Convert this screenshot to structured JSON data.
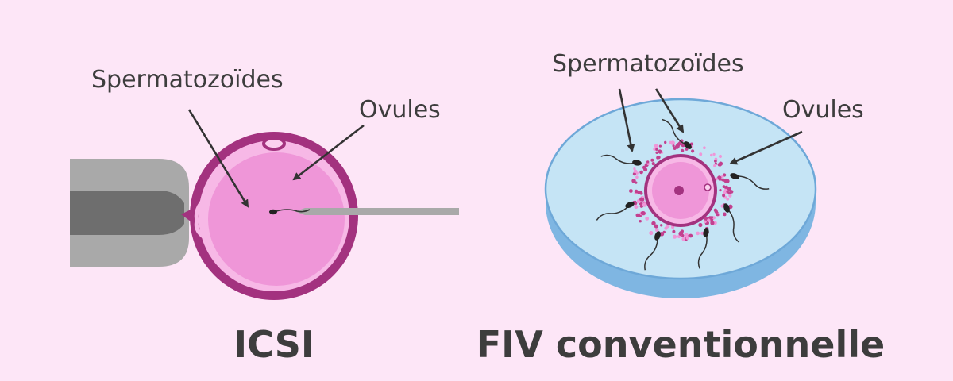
{
  "icsi": {
    "sperm_label": "Spermatozoïdes",
    "ovule_label": "Ovules",
    "title": "ICSI"
  },
  "fiv": {
    "sperm_label": "Spermatozoïdes",
    "ovule_label": "Ovules",
    "title": "FIV conventionnelle"
  },
  "colors": {
    "background": "#fde6f7",
    "egg_outer": "#a3327f",
    "egg_fill": "#ef96d8",
    "egg_zona": "#f7b8e6",
    "pipette_light": "#a9a9a9",
    "pipette_dark": "#6e6e6e",
    "dish_fill": "#c5e4f5",
    "dish_stroke": "#6ea8d8",
    "text": "#3d3d3d"
  }
}
